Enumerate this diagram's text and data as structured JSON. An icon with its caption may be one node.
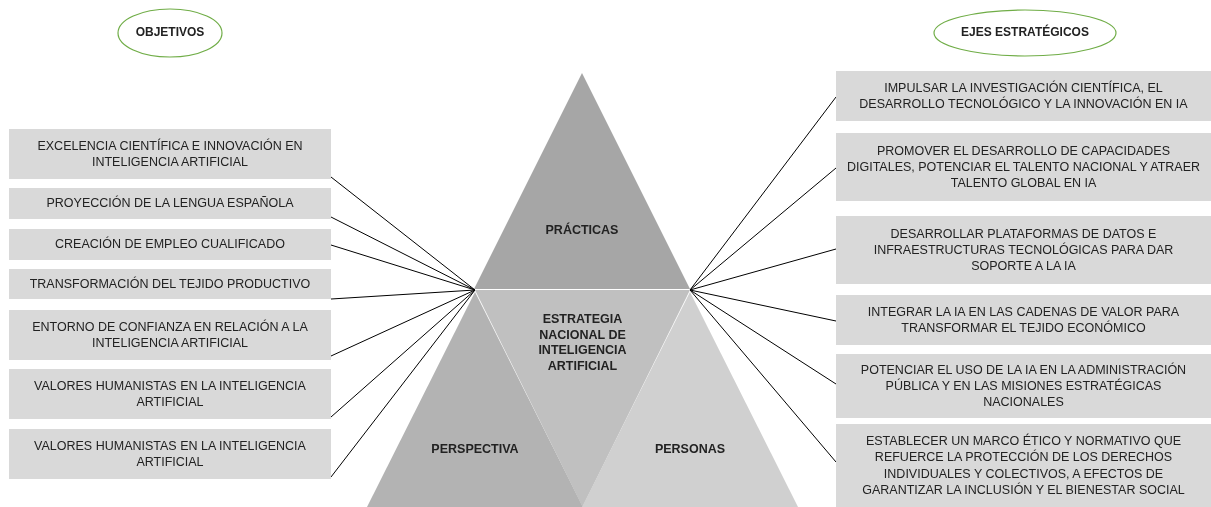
{
  "diagram": {
    "nodes": [
      {
        "text": [
          "OBJETIVOS"
        ]
      },
      {
        "text": [
          "EJES ESTRATÉGICOS"
        ]
      },
      {
        "text": [
          "PRÁCTICAS"
        ]
      },
      {
        "text": [
          "PERSPECTIVA"
        ]
      },
      {
        "text": [
          "ESTRATEGIA NACIONAL DE INTELIGENCIA ARTIFICIAL"
        ]
      },
      {
        "text": [
          "PERSONAS"
        ]
      },
      {
        "text": [
          "EXCELENCIA CIENTÍFICA E INNOVACIÓN EN INTELIGENCIA ARTIFICIAL"
        ]
      },
      {
        "text": [
          "PROYECCIÓN DE LA LENGUA ESPAÑOLA"
        ]
      },
      {
        "text": [
          "CREACIÓN DE EMPLEO CUALIFICADO"
        ]
      },
      {
        "text": [
          "TRANSFORMACIÓN DEL TEJIDO PRODUCTIVO"
        ]
      },
      {
        "text": [
          "ENTORNO DE CONFIANZA EN RELACIÓN A LA INTELIGENCIA ARTIFICIAL"
        ]
      },
      {
        "text": [
          "VALORES HUMANISTAS EN LA INTELIGENCIA ARTIFICIAL"
        ]
      },
      {
        "text": [
          "VALORES HUMANISTAS EN LA INTELIGENCIA ARTIFICIAL"
        ]
      },
      {
        "text": [
          "IMPULSAR LA INVESTIGACIÓN CIENTÍFICA, EL DESARROLLO TECNOLÓGICO Y LA INNOVACIÓN EN IA"
        ]
      },
      {
        "text": [
          "PROMOVER EL DESARROLLO DE CAPACIDADES DIGITALES, POTENCIAR EL TALENTO NACIONAL Y ATRAER TALENTO GLOBAL EN IA"
        ]
      },
      {
        "text": [
          "DESARROLLAR PLATAFORMAS DE DATOS E INFRAESTRUCTURAS TECNOLÓGICAS PARA DAR SOPORTE A LA IA"
        ]
      },
      {
        "text": [
          "INTEGRAR LA IA EN LAS CADENAS DE VALOR PARA TRANSFORMAR EL TEJIDO ECONÓMICO"
        ]
      },
      {
        "text": [
          "POTENCIAR EL USO DE LA IA EN LA ADMINISTRACIÓN PÚBLICA Y EN LAS MISIONES ESTRATÉGICAS NACIONALES"
        ]
      },
      {
        "text": [
          "ESTABLECER UN MARCO ÉTICO Y NORMATIVO QUE REFUERCE LA PROTECCIÓN DE LOS DERECHOS INDIVIDUALES Y COLECTIVOS, A EFECTOS DE GARANTIZAR LA INCLUSIÓN Y EL BIENESTAR SOCIAL"
        ]
      }
    ],
    "edges": [
      {
        "from": 6,
        "to": 4,
        "arrow": "none"
      },
      {
        "from": 7,
        "to": 4,
        "arrow": "none"
      },
      {
        "from": 8,
        "to": 4,
        "arrow": "none"
      },
      {
        "from": 9,
        "to": 4,
        "arrow": "none"
      },
      {
        "from": 10,
        "to": 4,
        "arrow": "none"
      },
      {
        "from": 11,
        "to": 4,
        "arrow": "none"
      },
      {
        "from": 12,
        "to": 4,
        "arrow": "none"
      },
      {
        "from": 4,
        "to": 13,
        "arrow": "none"
      },
      {
        "from": 4,
        "to": 14,
        "arrow": "none"
      },
      {
        "from": 4,
        "to": 15,
        "arrow": "none"
      },
      {
        "from": 4,
        "to": 16,
        "arrow": "none"
      },
      {
        "from": 4,
        "to": 17,
        "arrow": "none"
      },
      {
        "from": 4,
        "to": 18,
        "arrow": "none"
      }
    ]
  }
}
